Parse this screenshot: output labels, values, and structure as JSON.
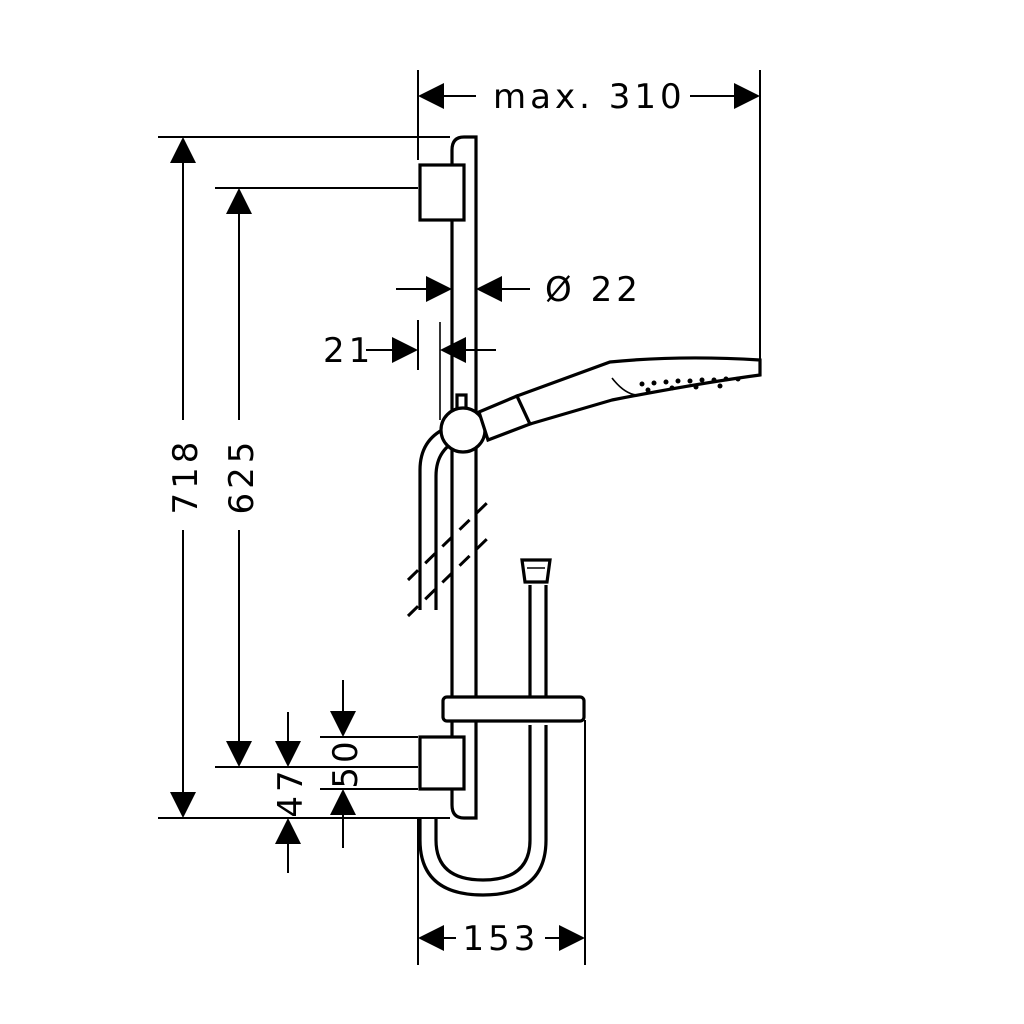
{
  "dimensions": {
    "max_width": "max. 310",
    "rod_diameter": "Ø 22",
    "wall_offset": "21",
    "total_height": "718",
    "rod_height": "625",
    "bracket_height": "50",
    "bottom_offset": "47",
    "hose_width": "153"
  }
}
